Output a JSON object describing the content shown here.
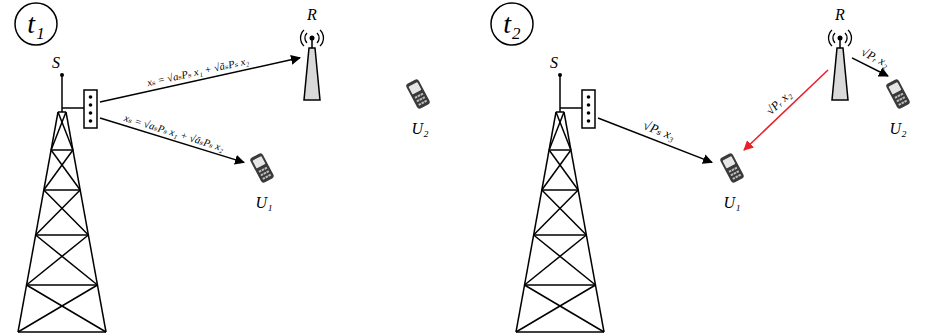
{
  "diagram": {
    "nodes": [
      {
        "text": [
          "t₁"
        ]
      },
      {
        "text": [
          "S"
        ]
      },
      {
        "text": [
          "R"
        ]
      },
      {
        "text": [
          "U₁"
        ]
      },
      {
        "text": [
          "U₂"
        ]
      },
      {
        "text": [
          "t₂"
        ]
      },
      {
        "text": [
          "S"
        ]
      },
      {
        "text": [
          "R"
        ]
      },
      {
        "text": [
          "U₁"
        ]
      },
      {
        "text": [
          "U₂"
        ]
      }
    ],
    "edges": [
      {
        "from": 1,
        "to": 2,
        "arrow": "to",
        "label": "xₛ = √aₛPₛ x₁ + √āₛPₛ x₂"
      },
      {
        "from": 1,
        "to": 3,
        "arrow": "to",
        "label": "xₛ = √aₛPₛ x₁ + √āₛPₛ x₂"
      },
      {
        "from": 6,
        "to": 8,
        "arrow": "to",
        "label": "√Pₛ x₃"
      },
      {
        "from": 7,
        "to": 8,
        "arrow": "to",
        "label": "√Pᵣ x₂"
      },
      {
        "from": 7,
        "to": 9,
        "arrow": "to",
        "label": "√Pᵣ x₂"
      }
    ]
  }
}
